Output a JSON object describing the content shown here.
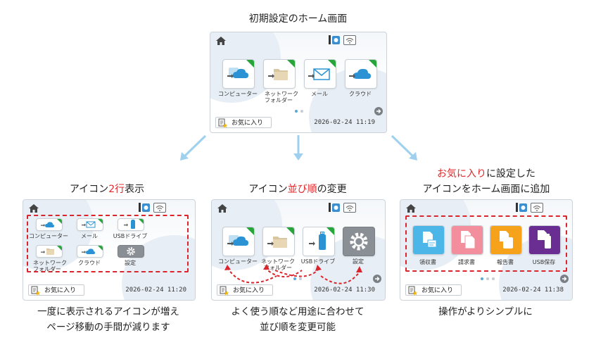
{
  "top": {
    "title": "初期設定のホーム画面",
    "icons": [
      {
        "label": "コンピューター",
        "icon": "computer-cloud-icon"
      },
      {
        "label": "ネットワーク\nフォルダー",
        "icon": "network-folder-icon"
      },
      {
        "label": "メール",
        "icon": "mail-icon"
      },
      {
        "label": "クラウド",
        "icon": "cloud-icon"
      }
    ],
    "favorites_label": "お気に入り",
    "datetime": "2026-02-24 11:19"
  },
  "panel1": {
    "title_a": "アイコン",
    "title_b": "2行",
    "title_c": "表示",
    "icons": [
      {
        "label": "コンピューター",
        "icon": "computer-cloud-icon"
      },
      {
        "label": "メール",
        "icon": "mail-icon"
      },
      {
        "label": "USBドライブ",
        "icon": "usb-icon"
      },
      {
        "label": "ネットワーク\nフォルダー",
        "icon": "network-folder-icon"
      },
      {
        "label": "クラウド",
        "icon": "cloud-icon"
      },
      {
        "label": "設定",
        "icon": "gear-icon"
      }
    ],
    "favorites_label": "お気に入り",
    "datetime": "2026-02-24 11:20",
    "caption_1": "一度に表示されるアイコンが増え",
    "caption_2": "ページ移動の手間が減ります"
  },
  "panel2": {
    "title_a": "アイコン",
    "title_b": "並び順",
    "title_c": "の変更",
    "icons": [
      {
        "label": "コンピューター",
        "icon": "computer-cloud-icon"
      },
      {
        "label": "ネットワーク\nフォルダー",
        "icon": "network-folder-icon"
      },
      {
        "label": "USBドライブ",
        "icon": "usb-icon"
      },
      {
        "label": "設定",
        "icon": "gear-icon"
      }
    ],
    "favorites_label": "お気に入り",
    "datetime": "2026-02-24 11:30",
    "caption_1": "よく使う順など用途に合わせて",
    "caption_2": "並び順を変更可能"
  },
  "panel3": {
    "title_a": "お気に入り",
    "title_b": "に設定した",
    "title_c": "アイコンをホーム画面に追加",
    "icons": [
      {
        "label": "領収書",
        "icon": "receipt-doc-icon",
        "color": "#4db6e8"
      },
      {
        "label": "請求書",
        "icon": "invoice-doc-icon",
        "color": "#f38f9d"
      },
      {
        "label": "報告書",
        "icon": "report-doc-icon",
        "color": "#f6a21a"
      },
      {
        "label": "USB保存",
        "icon": "usb-save-icon",
        "color": "#6a2d91"
      }
    ],
    "favorites_label": "お気に入り",
    "datetime": "2026-02-24 11:38",
    "caption_1": "操作がよりシンプルに"
  },
  "colors": {
    "accent_red": "#e0282b",
    "arrow_blue": "#9fd0ee",
    "corner_green": "#27a43a"
  }
}
